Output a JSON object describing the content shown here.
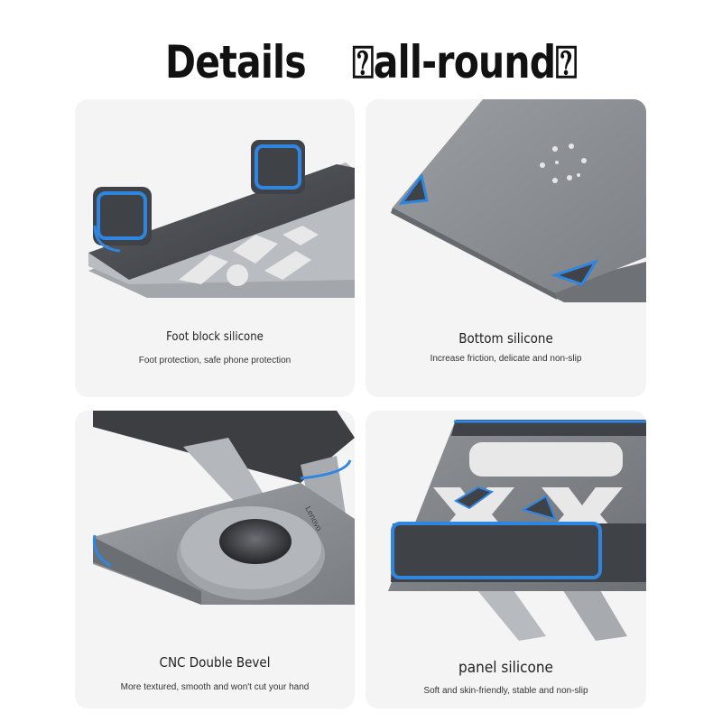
{
  "header": {
    "word1": "Details",
    "word2": "⍰all-round⍰"
  },
  "cards": [
    {
      "title": "Foot block silicone",
      "subtitle": "Foot protection, safe phone protection"
    },
    {
      "title": "Bottom silicone",
      "subtitle": "Increase friction, delicate and non-slip"
    },
    {
      "title": "CNC Double Bevel",
      "subtitle": "More textured, smooth and won't cut your hand",
      "brand_mark": "Lenovo"
    },
    {
      "title": "panel silicone",
      "subtitle": "Soft and skin-friendly, stable and non-slip"
    }
  ],
  "colors": {
    "silicone_blue": "#2f86e0",
    "metal_gray": "#8a8d92",
    "card_bg": "#f4f4f4"
  }
}
